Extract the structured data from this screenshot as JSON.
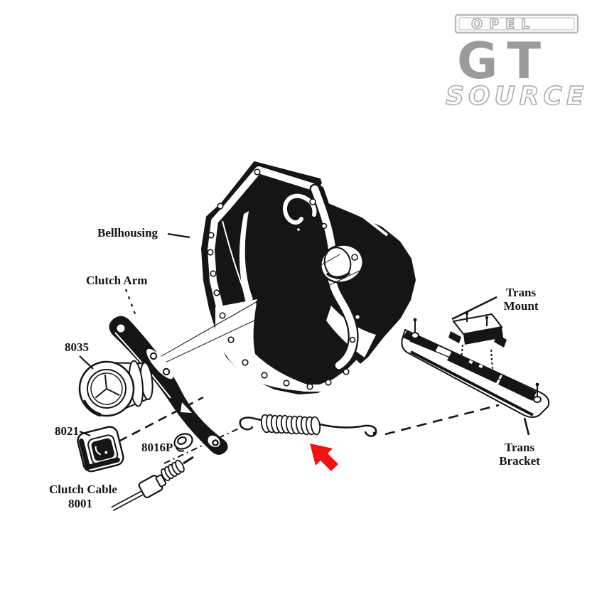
{
  "logo": {
    "brand": "OPEL",
    "model": "GT",
    "suffix": "SOURCE"
  },
  "labels": {
    "bellhousing": "Bellhousing",
    "clutch_arm": "Clutch Arm",
    "part_8035": "8035",
    "part_8021": "8021",
    "part_8016p": "8016P",
    "clutch_cable": "Clutch Cable",
    "part_8001": "8001",
    "trans_mount_line1": "Trans",
    "trans_mount_line2": "Mount",
    "trans_bracket_line1": "Trans",
    "trans_bracket_line2": "Bracket"
  },
  "colors": {
    "ink": "#161616",
    "logo_gray": "#9b9b9b",
    "logo_outline": "#a8a8a8",
    "arrow_red": "#f21212",
    "background": "#ffffff"
  }
}
